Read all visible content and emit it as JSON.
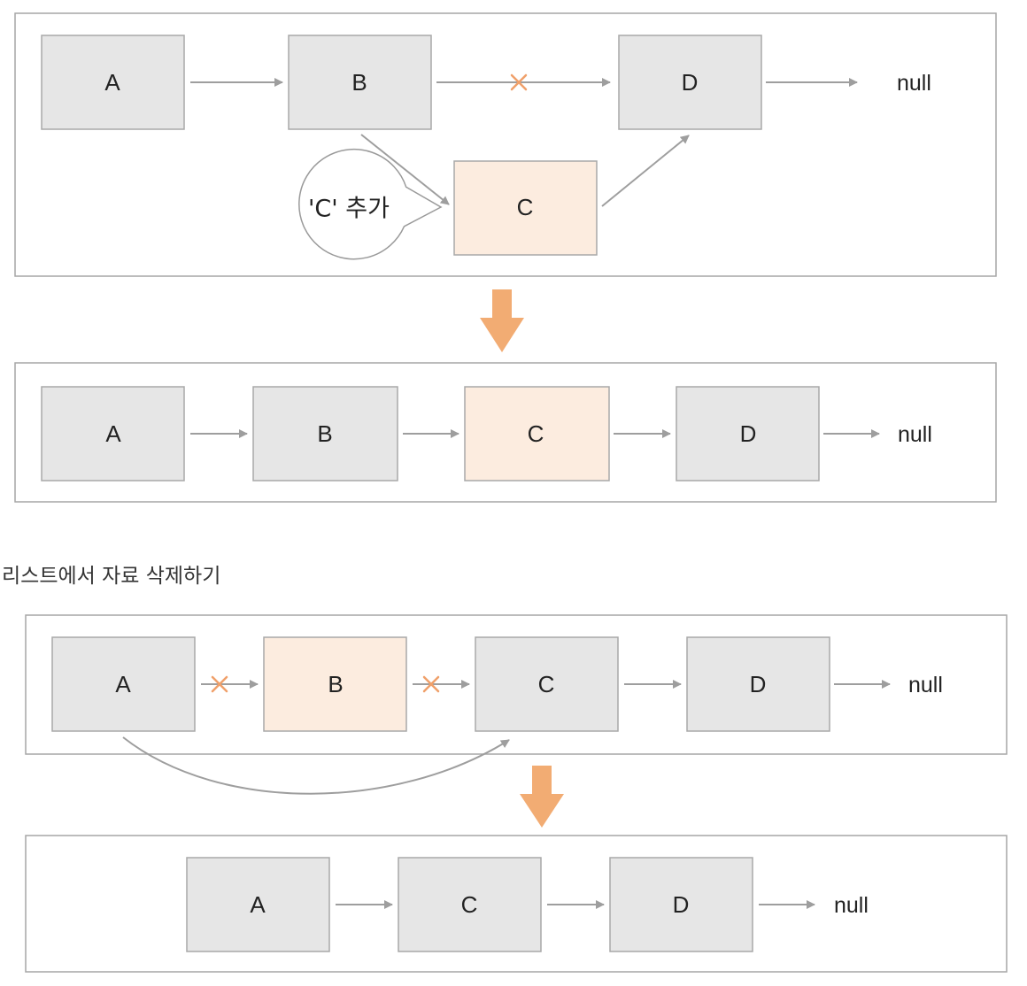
{
  "colors": {
    "node_fill": "#e6e6e6",
    "highlight_fill": "#fcecdf",
    "border": "#a8a8a8",
    "arrow": "#9e9e9e",
    "accent": "#f2ac73",
    "x_mark": "#f0a06a"
  },
  "insert_before": {
    "nodes": [
      "A",
      "B",
      "D"
    ],
    "new_node": "C",
    "terminator": "null",
    "callout": "'C' 추가"
  },
  "insert_after": {
    "nodes": [
      "A",
      "B",
      "C",
      "D"
    ],
    "terminator": "null"
  },
  "delete_section_heading": "리스트에서 자료 삭제하기",
  "delete_before": {
    "nodes": [
      "A",
      "B",
      "C",
      "D"
    ],
    "terminator": "null"
  },
  "delete_after": {
    "nodes": [
      "A",
      "C",
      "D"
    ],
    "terminator": "null"
  },
  "icons": {
    "flow_arrow": "down-arrow-icon",
    "broken_link": "x-mark-icon"
  }
}
